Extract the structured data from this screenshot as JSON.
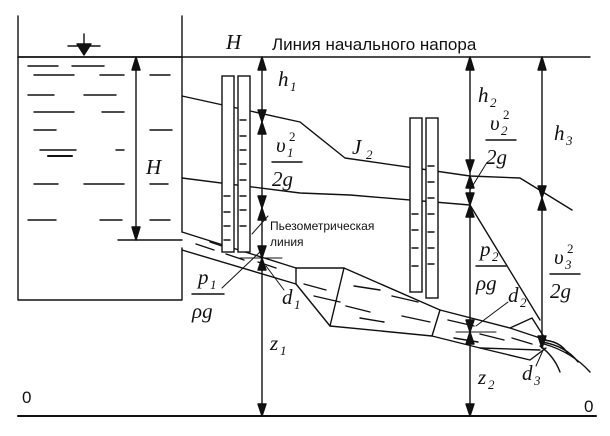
{
  "title_line_label": "Линия начального напора",
  "piezometric_label_line1": "Пьезометрическая",
  "piezometric_label_line2": "линия",
  "symbols": {
    "H": "H",
    "h": "h",
    "J": "J",
    "v": "υ",
    "p": "p",
    "rho_g": "ρg",
    "two_g": "2g",
    "d": "d",
    "z": "z",
    "sub1": "1",
    "sub2": "2",
    "sub3": "3",
    "sq": "2",
    "zero": "0"
  },
  "colors": {
    "ink": "#111111",
    "background": "#ffffff"
  }
}
